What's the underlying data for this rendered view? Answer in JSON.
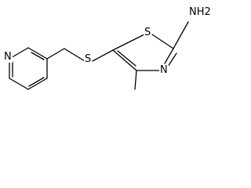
{
  "molecule": {
    "atoms": {
      "n_pyridine": "N",
      "s_thioether": "S",
      "s_thiazole": "S",
      "n_thiazole": "N",
      "amine": "NH2"
    }
  },
  "colors": {
    "bond": "#000000",
    "label": "#000000",
    "background": "#ffffff"
  }
}
